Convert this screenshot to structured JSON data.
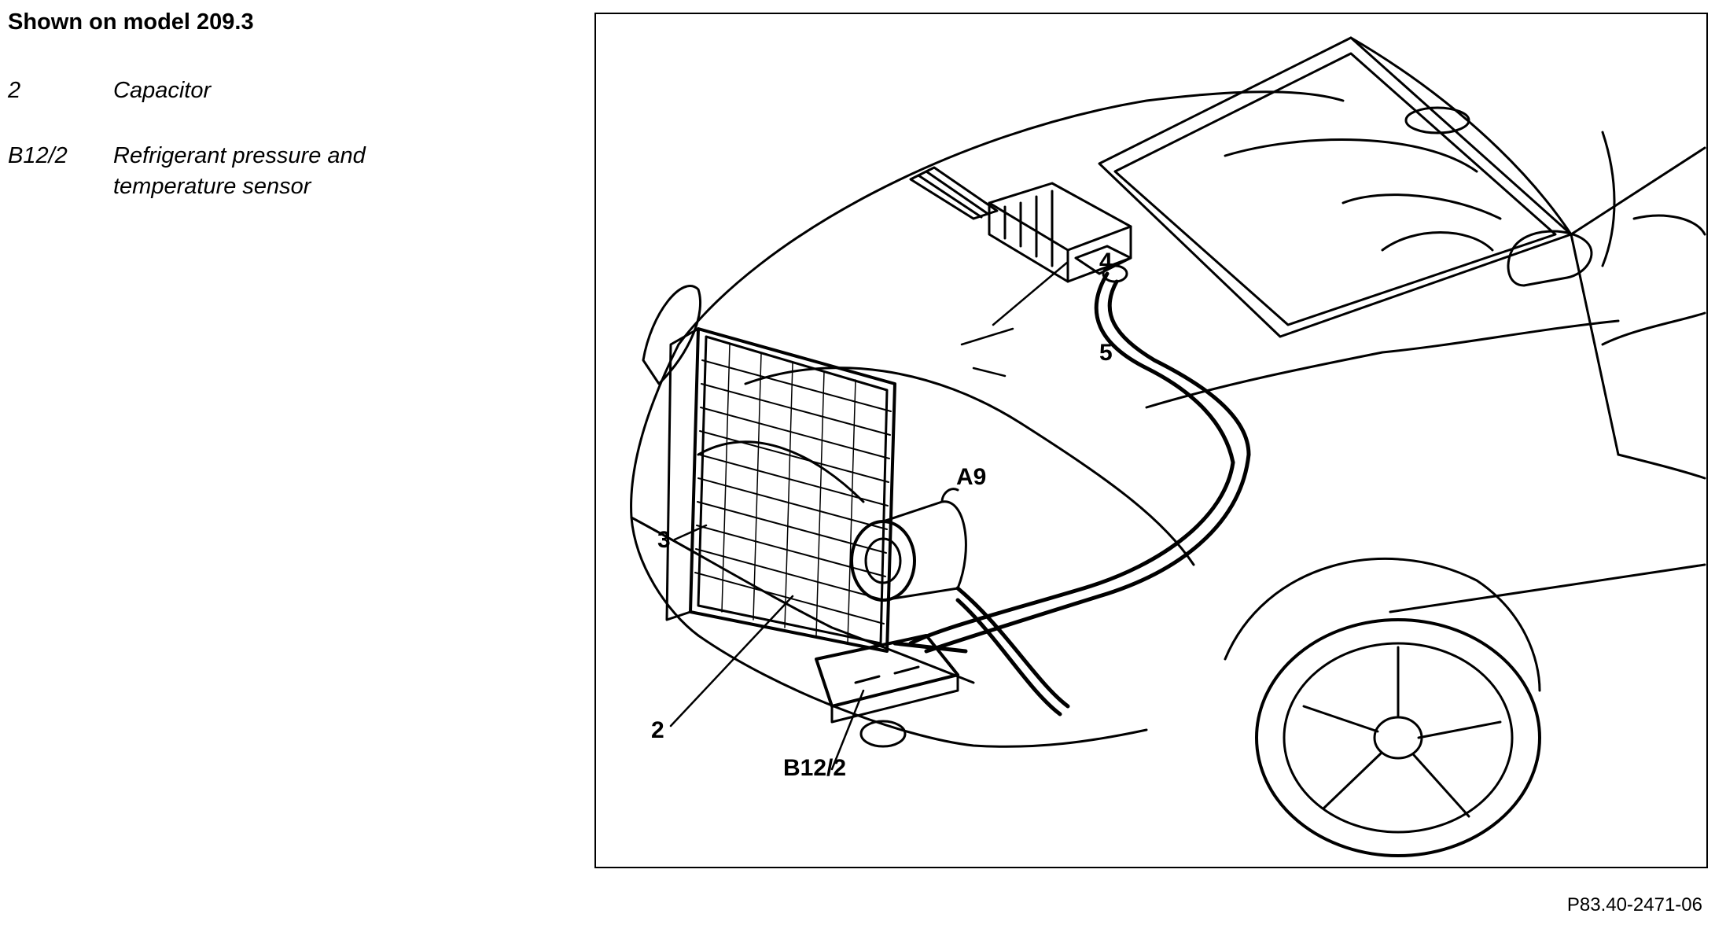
{
  "header": {
    "title": "Shown on model 209.3"
  },
  "legend": [
    {
      "num": "2",
      "desc": "Capacitor"
    },
    {
      "num": "B12/2",
      "desc": "Refrigerant pressure and temperature sensor"
    }
  ],
  "figure": {
    "callouts": {
      "c2": "2",
      "c3": "3",
      "c4": "4",
      "c5": "5",
      "cA9": "A9",
      "cB12": "B12/2"
    },
    "reference": "P83.40-2471-06"
  }
}
